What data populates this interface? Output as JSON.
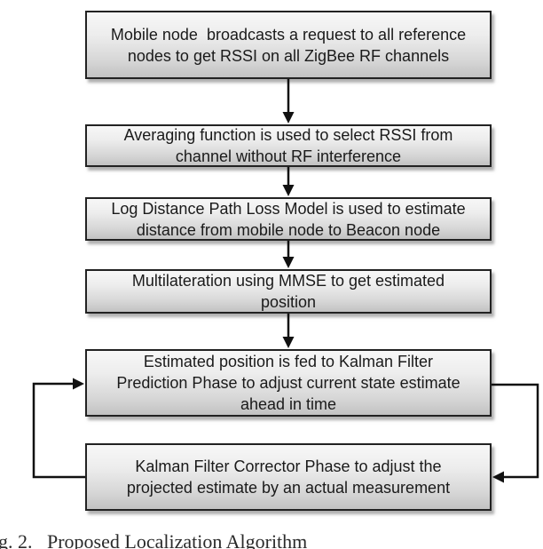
{
  "figure": {
    "caption": "g. 2.   Proposed Localization Algorithm",
    "colors": {
      "box_border": "#222222",
      "box_fill_top": "#f7f7f7",
      "box_fill_bottom": "#c2c2c2",
      "arrow": "#111111",
      "background": "#ffffff"
    },
    "flowchart": {
      "nodes": [
        {
          "id": "broadcast",
          "text": "Mobile node  broadcasts a request to all reference\nnodes to get RSSI on all ZigBee RF channels"
        },
        {
          "id": "averaging",
          "text": "Averaging function is used to select RSSI from\nchannel without RF interference"
        },
        {
          "id": "pathloss",
          "text": "Log Distance Path Loss Model is used to estimate\ndistance from mobile node to Beacon node"
        },
        {
          "id": "multilateration",
          "text": "Multilateration using MMSE to get estimated\nposition"
        },
        {
          "id": "kalman-prediction",
          "text": "Estimated position is fed to Kalman Filter\nPrediction Phase to adjust current state estimate\nahead in time"
        },
        {
          "id": "kalman-corrector",
          "text": "Kalman Filter Corrector Phase to adjust the\nprojected estimate by an actual measurement"
        }
      ],
      "edges": [
        {
          "from": "broadcast",
          "to": "averaging",
          "type": "straight-down"
        },
        {
          "from": "averaging",
          "to": "pathloss",
          "type": "straight-down"
        },
        {
          "from": "pathloss",
          "to": "multilateration",
          "type": "straight-down"
        },
        {
          "from": "multilateration",
          "to": "kalman-prediction",
          "type": "straight-down"
        },
        {
          "from": "kalman-prediction",
          "to": "kalman-corrector",
          "type": "loop-right-side"
        },
        {
          "from": "kalman-corrector",
          "to": "kalman-prediction",
          "type": "loop-left-side"
        }
      ]
    }
  }
}
